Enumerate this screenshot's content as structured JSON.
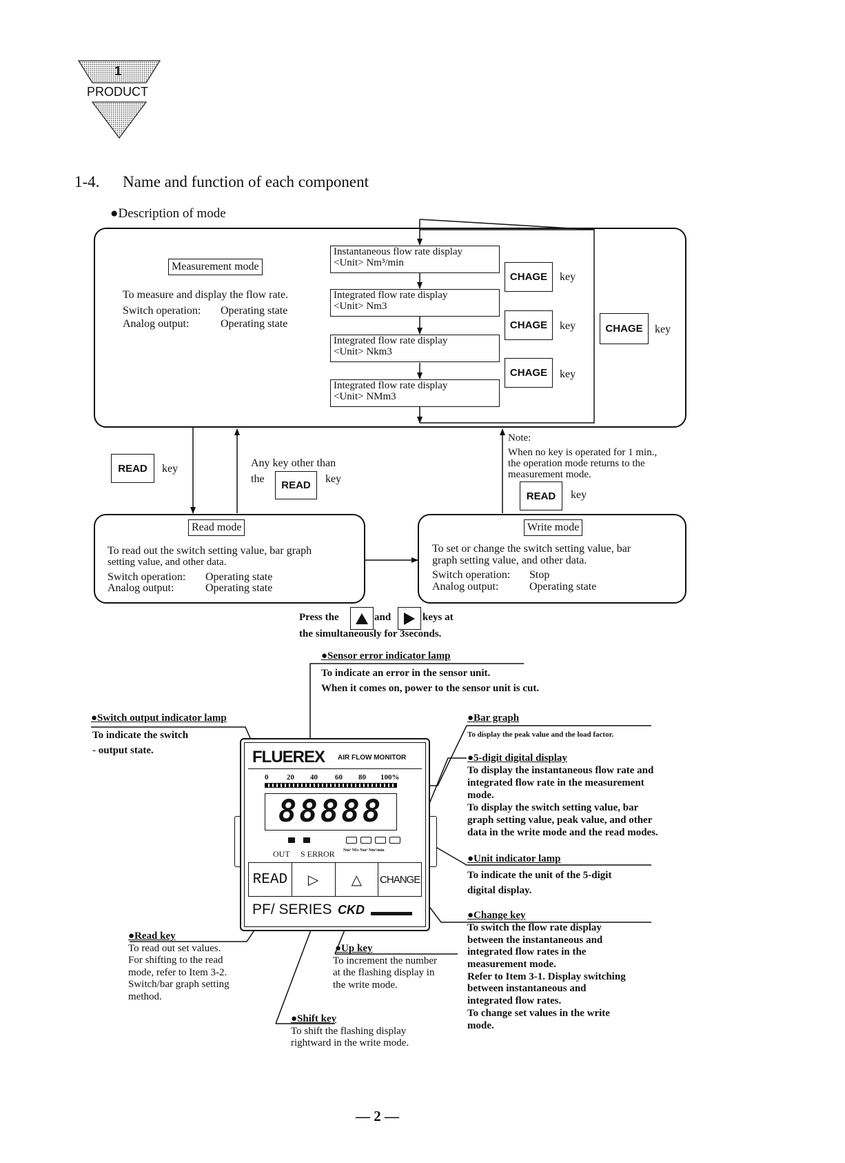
{
  "header": {
    "chapter_number": "1",
    "chapter_label": "PRODUCT"
  },
  "section": {
    "number": "1-4.",
    "title": "Name and function of each component"
  },
  "mode_section_title": "●Description of mode",
  "measurement": {
    "label": "Measurement mode",
    "desc": "To measure and display the flow rate.",
    "rows": [
      {
        "k": "Switch operation:",
        "v": "Operating state"
      },
      {
        "k": "Analog output:",
        "v": "Operating state"
      }
    ],
    "displays": [
      {
        "line1": "Instantaneous flow rate display",
        "line2": "<Unit> Nm³/min"
      },
      {
        "line1": "Integrated flow rate display",
        "line2": "<Unit> Nm3"
      },
      {
        "line1": "Integrated flow rate display",
        "line2": "<Unit> Nkm3"
      },
      {
        "line1": "Integrated flow rate display",
        "line2": "<Unit> NMm3"
      }
    ],
    "chage_keys": [
      "CHAGE",
      "CHAGE",
      "CHAGE"
    ],
    "chage_right": "CHAGE",
    "key_word": "key"
  },
  "transitions": {
    "read_key": "READ",
    "key_word": "key",
    "any_key_line1": "Any key other than",
    "any_key_the": "the",
    "any_key_read": "READ",
    "note_title": "Note:",
    "note_lines": [
      "When no key is operated for 1 min.,",
      "the operation mode returns to the",
      "measurement mode."
    ],
    "note_read": "READ",
    "press_the": "Press the",
    "and": "and",
    "keys_at": "keys at",
    "simultaneous": "the simultaneously for 3seconds."
  },
  "read_mode": {
    "label": "Read mode",
    "desc_lines": [
      "To read out the switch setting value, bar graph",
      "setting value, and other data."
    ],
    "rows": [
      {
        "k": "Switch operation:",
        "v": "Operating state"
      },
      {
        "k": "Analog output:",
        "v": "Operating state"
      }
    ]
  },
  "write_mode": {
    "label": "Write mode",
    "desc_lines": [
      "To set or change the switch setting value, bar",
      "graph setting value, and other data."
    ],
    "rows": [
      {
        "k": "Switch operation:",
        "v": "Stop"
      },
      {
        "k": "Analog output:",
        "v": "Operating state"
      }
    ]
  },
  "device": {
    "brand": "FLUEREX",
    "brand_sub": "AIR FLOW MONITOR",
    "scale": [
      "0",
      "20",
      "40",
      "60",
      "80",
      "100%"
    ],
    "digits": "88888",
    "out_label": "OUT",
    "serror_label": "S ERROR",
    "unit_labels": "Nm³ Nl/s Nm³ Nm³/min",
    "keys": {
      "read": "READ",
      "shift": "▷",
      "up": "△",
      "change": "CHANGE"
    },
    "series": "PF/ SERIES",
    "maker": "CKD"
  },
  "annotations": {
    "sensor_error": {
      "title": "●Sensor error indicator lamp",
      "lines": [
        "To indicate an error in the sensor unit.",
        "When it comes on, power to the sensor unit is cut."
      ]
    },
    "switch_output": {
      "title": "●Switch output indicator lamp",
      "lines": [
        "To indicate the switch",
        "- output state."
      ]
    },
    "bar_graph": {
      "title": "●Bar graph",
      "lines": [
        "To display the peak value and the load factor."
      ]
    },
    "digital_display": {
      "title": "●5-digit digital display",
      "lines": [
        "To display the instantaneous flow rate and",
        "integrated flow rate in the measurement",
        "mode.",
        "To display the switch setting value, bar",
        "graph setting value, peak value, and other",
        "data in the write mode and the read modes."
      ]
    },
    "unit_lamp": {
      "title": "●Unit indicator lamp",
      "lines": [
        "To indicate the unit of the 5-digit",
        "digital display."
      ]
    },
    "change_key": {
      "title": "●Change key",
      "lines": [
        "To switch the flow rate display",
        "between the instantaneous and",
        "integrated flow rates in the",
        "measurement mode.",
        "Refer to Item 3-1. Display switching",
        "between instantaneous and",
        "integrated flow rates.",
        "To change set values in the write",
        "mode."
      ]
    },
    "read_key": {
      "title": "●Read key",
      "lines": [
        "To read out set values.",
        "For shifting to the read",
        "mode, refer to Item 3-2.",
        "Switch/bar graph setting",
        "method."
      ]
    },
    "up_key": {
      "title": "●Up key",
      "lines": [
        "To increment the number",
        "at the flashing display in",
        "the write mode."
      ]
    },
    "shift_key": {
      "title": "●Shift key",
      "lines": [
        "To shift the flashing display",
        "rightward in the write mode."
      ]
    }
  },
  "footer": {
    "page": "— 2 —"
  }
}
